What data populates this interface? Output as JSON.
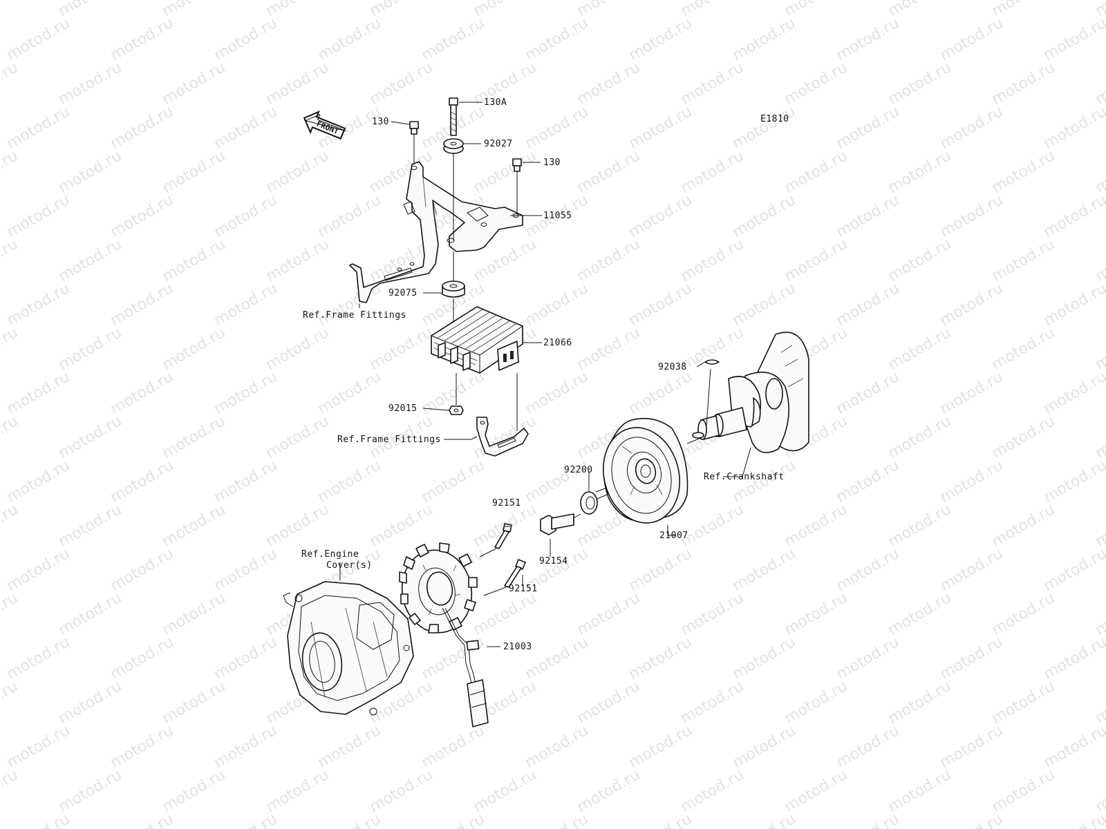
{
  "watermark": "motod.ru",
  "diagram_code": "E1810",
  "front_arrow": {
    "label": "FRONT",
    "icon": "front-arrow-icon"
  },
  "callouts": [
    {
      "id": "130-left",
      "text": "130"
    },
    {
      "id": "130A",
      "text": "130A"
    },
    {
      "id": "92027",
      "text": "92027"
    },
    {
      "id": "130-right",
      "text": "130"
    },
    {
      "id": "11055",
      "text": "11055"
    },
    {
      "id": "92075",
      "text": "92075"
    },
    {
      "id": "ref-frame-fittings-1",
      "text": "Ref.Frame Fittings"
    },
    {
      "id": "21066",
      "text": "21066"
    },
    {
      "id": "92038",
      "text": "92038"
    },
    {
      "id": "92015",
      "text": "92015"
    },
    {
      "id": "ref-frame-fittings-2",
      "text": "Ref.Frame Fittings"
    },
    {
      "id": "92200",
      "text": "92200"
    },
    {
      "id": "ref-crankshaft",
      "text": "Ref.Crankshaft"
    },
    {
      "id": "92151-top",
      "text": "92151"
    },
    {
      "id": "21007",
      "text": "21007"
    },
    {
      "id": "ref-engine-cover-line1",
      "text": "Ref.Engine"
    },
    {
      "id": "ref-engine-cover-line2",
      "text": "Cover(s)"
    },
    {
      "id": "92154",
      "text": "92154"
    },
    {
      "id": "92151-bottom",
      "text": "92151"
    },
    {
      "id": "21003",
      "text": "21003"
    }
  ]
}
